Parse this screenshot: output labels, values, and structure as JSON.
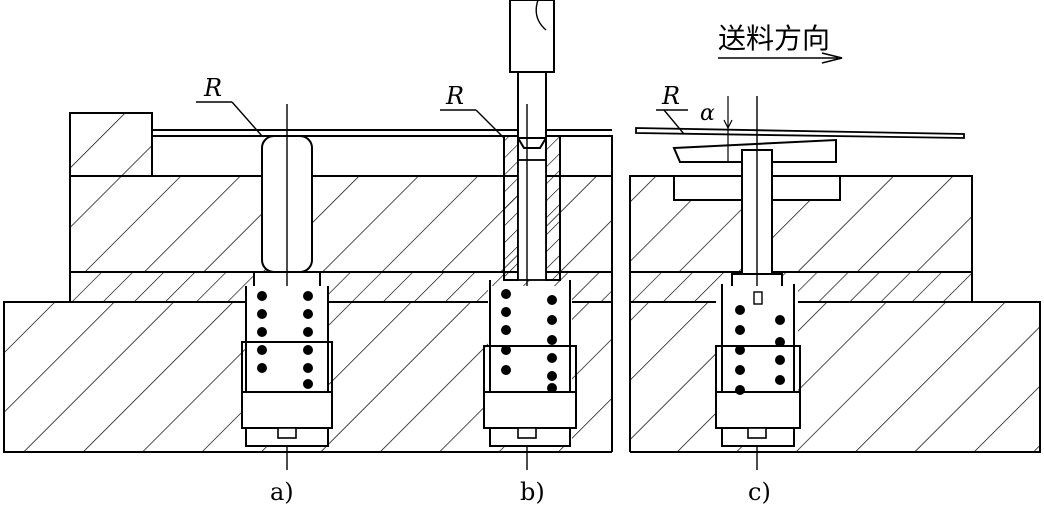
{
  "labels": {
    "feed_direction": "送料方向",
    "radius_a": "R",
    "radius_b": "R",
    "radius_c": "R",
    "angle_c": "α",
    "caption_a": "a)",
    "caption_b": "b)",
    "caption_c": "c)"
  }
}
